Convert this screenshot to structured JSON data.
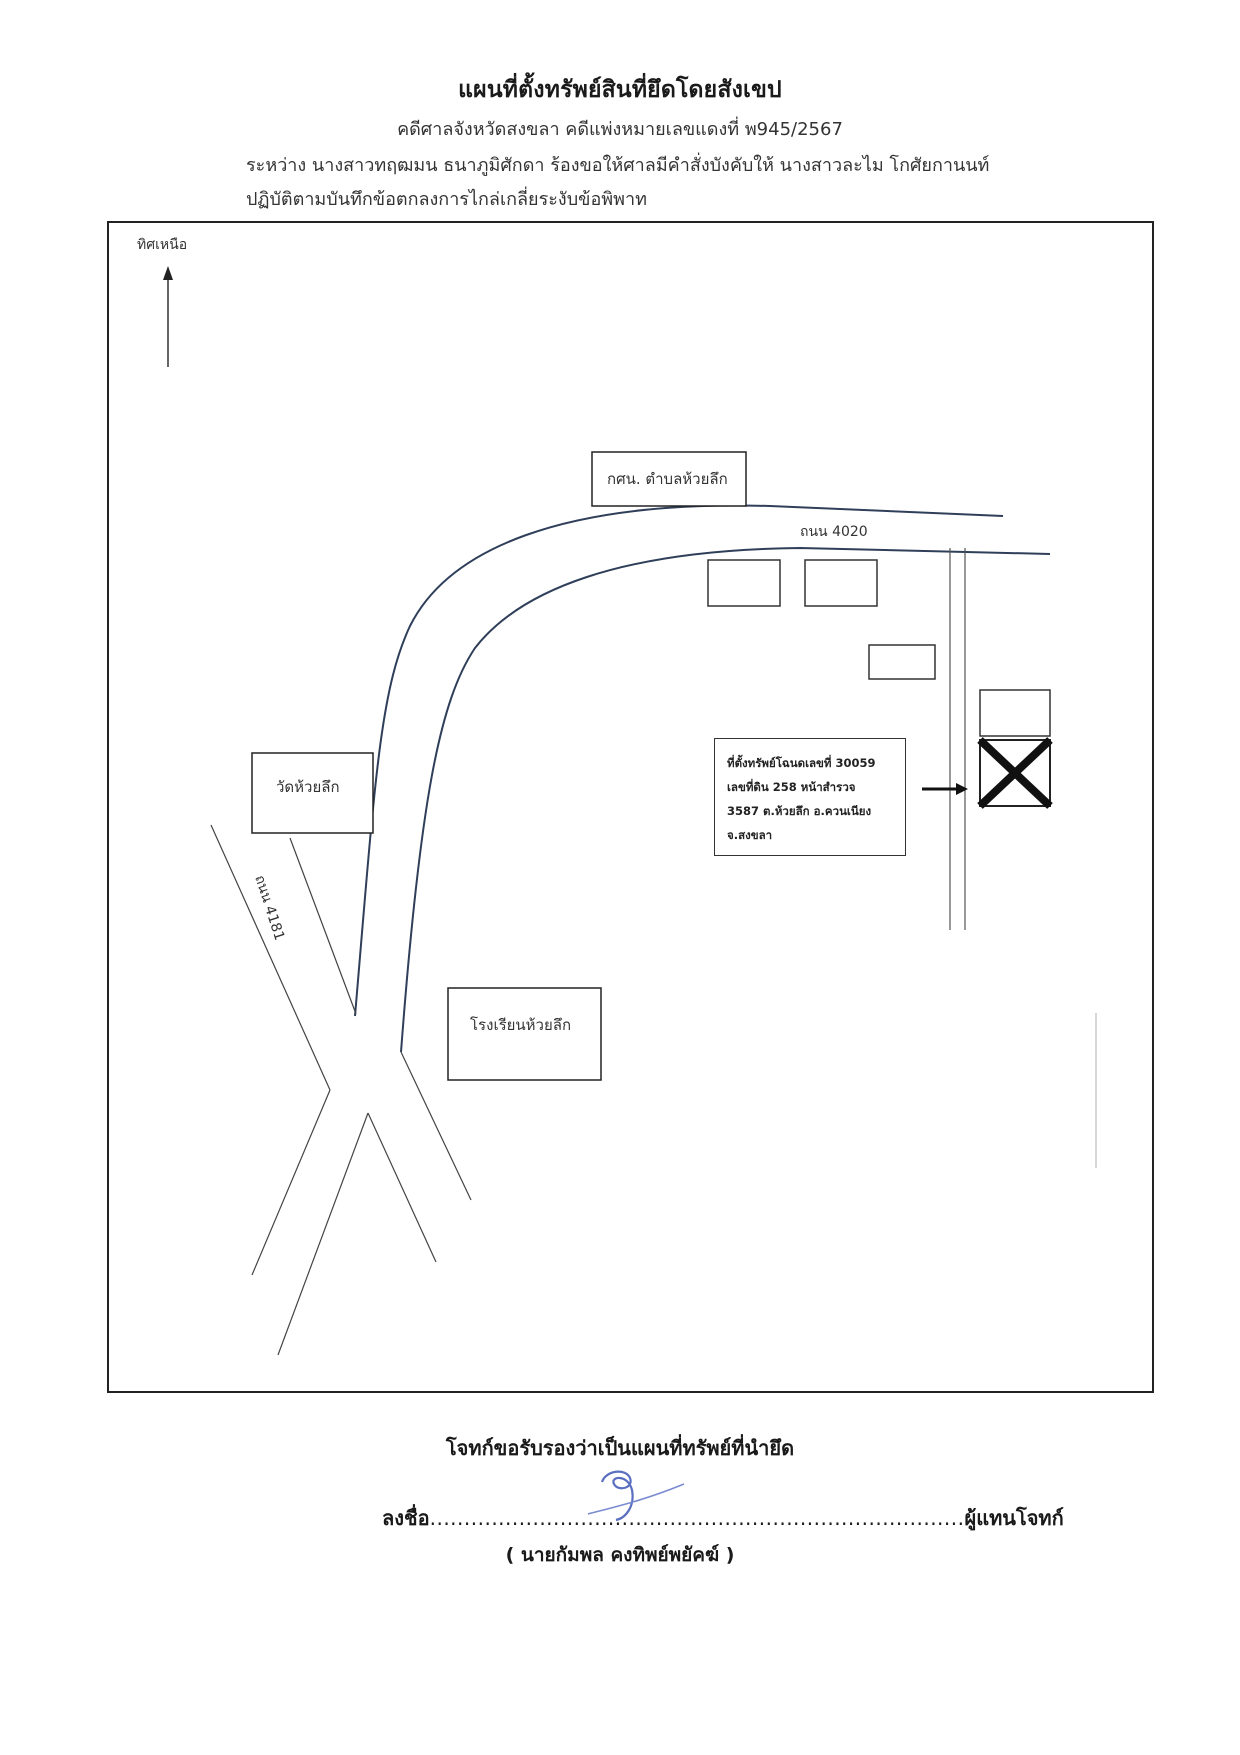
{
  "header": {
    "title": "แผนที่ตั้งทรัพย์สินที่ยึดโดยสังเขป",
    "subtitle": "คดีศาลจังหวัดสงขลา  คดีแพ่งหมายเลขแดงที่ พ945/2567",
    "line3": "ระหว่าง นางสาวทฤฒมน ธนาภูมิศักดา ร้องขอให้ศาลมีคำสั่งบังคับให้ นางสาวละไม โกศัยกานนท์",
    "line4": "ปฏิบัติตามบันทึกข้อตกลงการไกล่เกลี่ยระงับข้อพิพาท"
  },
  "map": {
    "north_label": "ทิศเหนือ",
    "road_top_label": "ถนน 4020",
    "road_left_label": "ถนน 4181",
    "landmarks": {
      "nfe_center": "กศน. ตำบลห้วยลึก",
      "temple": "วัดห้วยลึก",
      "school": "โรงเรียนห้วยลึก"
    },
    "property_note": {
      "line1": "ที่ตั้งทรัพย์โฉนดเลขที่ 30059",
      "line2": "เลขที่ดิน 258 หน้าสำรวจ",
      "line3": "3587 ต.ห้วยลึก อ.ควนเนียง",
      "line4": "จ.สงขลา"
    }
  },
  "footer": {
    "certify": "โจทก์ขอรับรองว่าเป็นแผนที่ทรัพย์ที่นำยึด",
    "sign_prefix": "ลงชื่อ",
    "sign_dots": "..............................................................................",
    "sign_suffix": "ผู้แทนโจทก์",
    "name": "( นายกัมพล  คงทิพย์พยัคฆ์ )"
  }
}
